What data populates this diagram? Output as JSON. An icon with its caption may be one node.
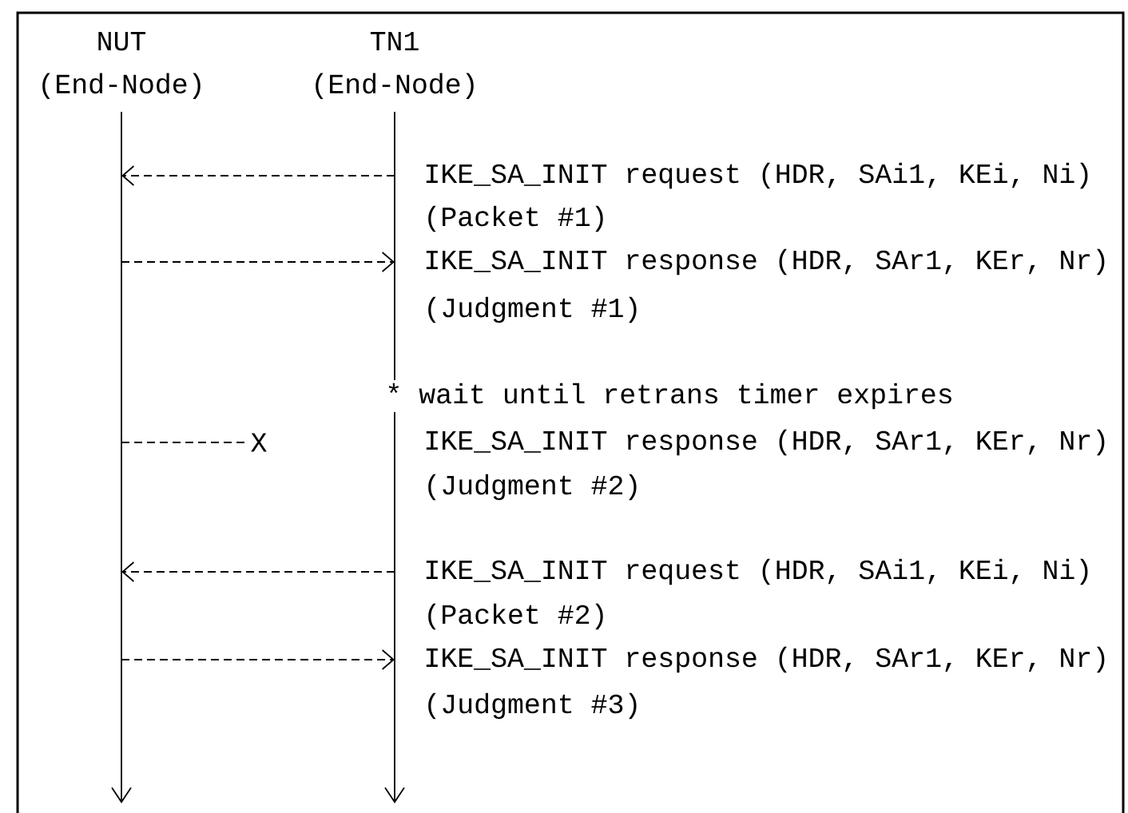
{
  "diagram": {
    "nodes": [
      {
        "text": [
          "NUT",
          "(End-Node)"
        ]
      },
      {
        "text": [
          "TN1",
          "(End-Node)"
        ]
      },
      {
        "text": [
          "X"
        ]
      }
    ],
    "edges": [
      {
        "from": 1,
        "to": 0,
        "arrow": "to",
        "style": "dashed"
      },
      {
        "from": 0,
        "to": 1,
        "arrow": "to",
        "style": "dashed"
      },
      {
        "from": 0,
        "to": 2,
        "arrow": "none",
        "style": "dashed"
      },
      {
        "from": 1,
        "to": 0,
        "arrow": "to",
        "style": "dashed"
      },
      {
        "from": 0,
        "to": 1,
        "arrow": "to",
        "style": "dashed"
      }
    ],
    "labels": [
      "IKE_SA_INIT request (HDR, SAi1, KEi, Ni)",
      "(Packet #1)",
      "IKE_SA_INIT response (HDR, SAr1, KEr, Nr)",
      "(Judgment #1)",
      "* wait until retrans timer expires",
      "IKE_SA_INIT response (HDR, SAr1, KEr, Nr)",
      "(Judgment #2)",
      "IKE_SA_INIT request (HDR, SAi1, KEi, Ni)",
      "(Packet #2)",
      "IKE_SA_INIT response (HDR, SAr1, KEr, Nr)",
      "(Judgment #3)"
    ]
  }
}
